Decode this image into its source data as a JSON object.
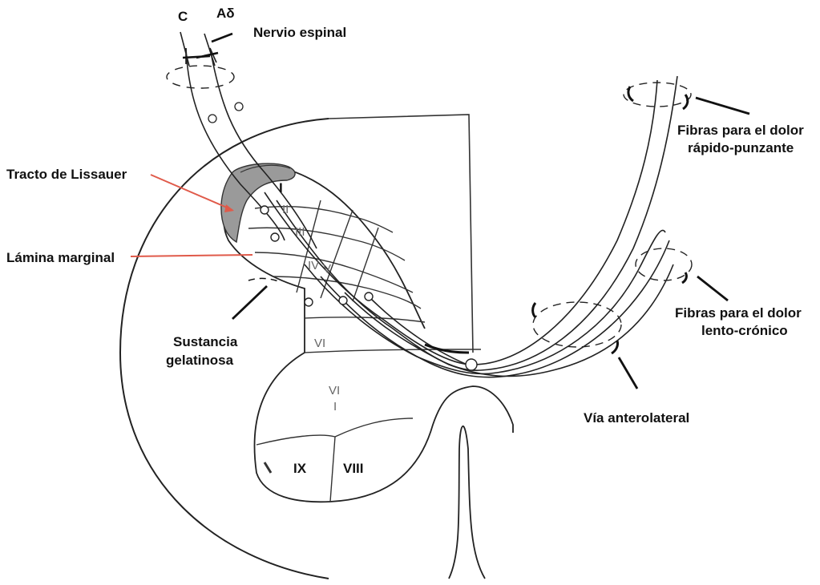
{
  "labels": {
    "fiber_c": "C",
    "fiber_ad": "Aδ",
    "nervio": "Nervio espinal",
    "lissauer": "Tracto de Lissauer",
    "marginal": "Lámina marginal",
    "sustancia_1": "Sustancia",
    "sustancia_2": "gelatinosa",
    "rapido_1": "Fibras para el dolor",
    "rapido_2": "rápido-punzante",
    "lento_1": "Fibras para el dolor",
    "lento_2": "lento-crónico",
    "anterolateral": "Vía anterolateral"
  },
  "laminae": {
    "l1": "I",
    "l2": "II",
    "l3": "III",
    "l4": "IV",
    "l5": "V",
    "l6": "VI",
    "l7a": "VI",
    "l7b": "I",
    "l9": "IX",
    "l8": "VIII"
  },
  "colors": {
    "line": "#222222",
    "pointer_red": "#e05a4a",
    "lissauer_fill": "#9a9a9a"
  }
}
